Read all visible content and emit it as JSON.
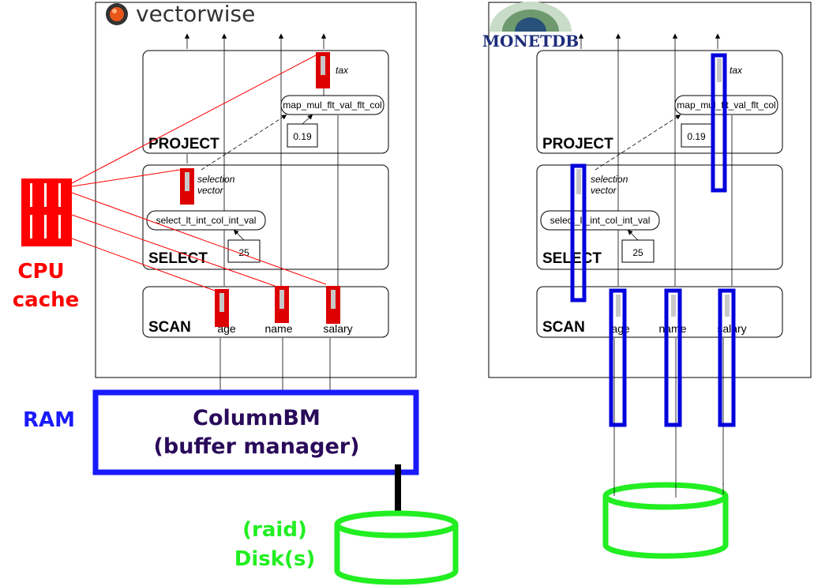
{
  "left": {
    "logo_text": "vectorwise",
    "operators": {
      "project": "PROJECT",
      "select": "SELECT",
      "scan": "SCAN"
    },
    "project_function": "map_mul_flt_val_flt_col",
    "project_constant": "0.19",
    "project_output_label": "tax",
    "selection_vector_label_1": "selection",
    "selection_vector_label_2": "vector",
    "select_function": "select_lt_int_col_int_val",
    "select_constant": "25",
    "columns": [
      "age",
      "name",
      "salary"
    ],
    "cpu_cache_label_1": "CPU",
    "cpu_cache_label_2": "cache",
    "ram_label": "RAM",
    "buffer_manager_line_1": "ColumnBM",
    "buffer_manager_line_2": "(buffer manager)",
    "disk_label_1": "(raid)",
    "disk_label_2": "Disk(s)"
  },
  "right": {
    "logo_text": "MONETDB",
    "operators": {
      "project": "PROJECT",
      "select": "SELECT",
      "scan": "SCAN"
    },
    "project_function": "map_mul_flt_val_flt_col",
    "project_constant": "0.19",
    "project_output_label": "tax",
    "selection_vector_label_1": "selection",
    "selection_vector_label_2": "vector",
    "select_function": "select_lt_int_col_int_val",
    "select_constant": "25",
    "columns": [
      "age",
      "name",
      "salary"
    ]
  },
  "colors": {
    "cpu_cache": "#ff0000",
    "ram": "#1a1aff",
    "disk": "#22ee22",
    "vector": "#cc0000",
    "column": "#0000dd"
  }
}
